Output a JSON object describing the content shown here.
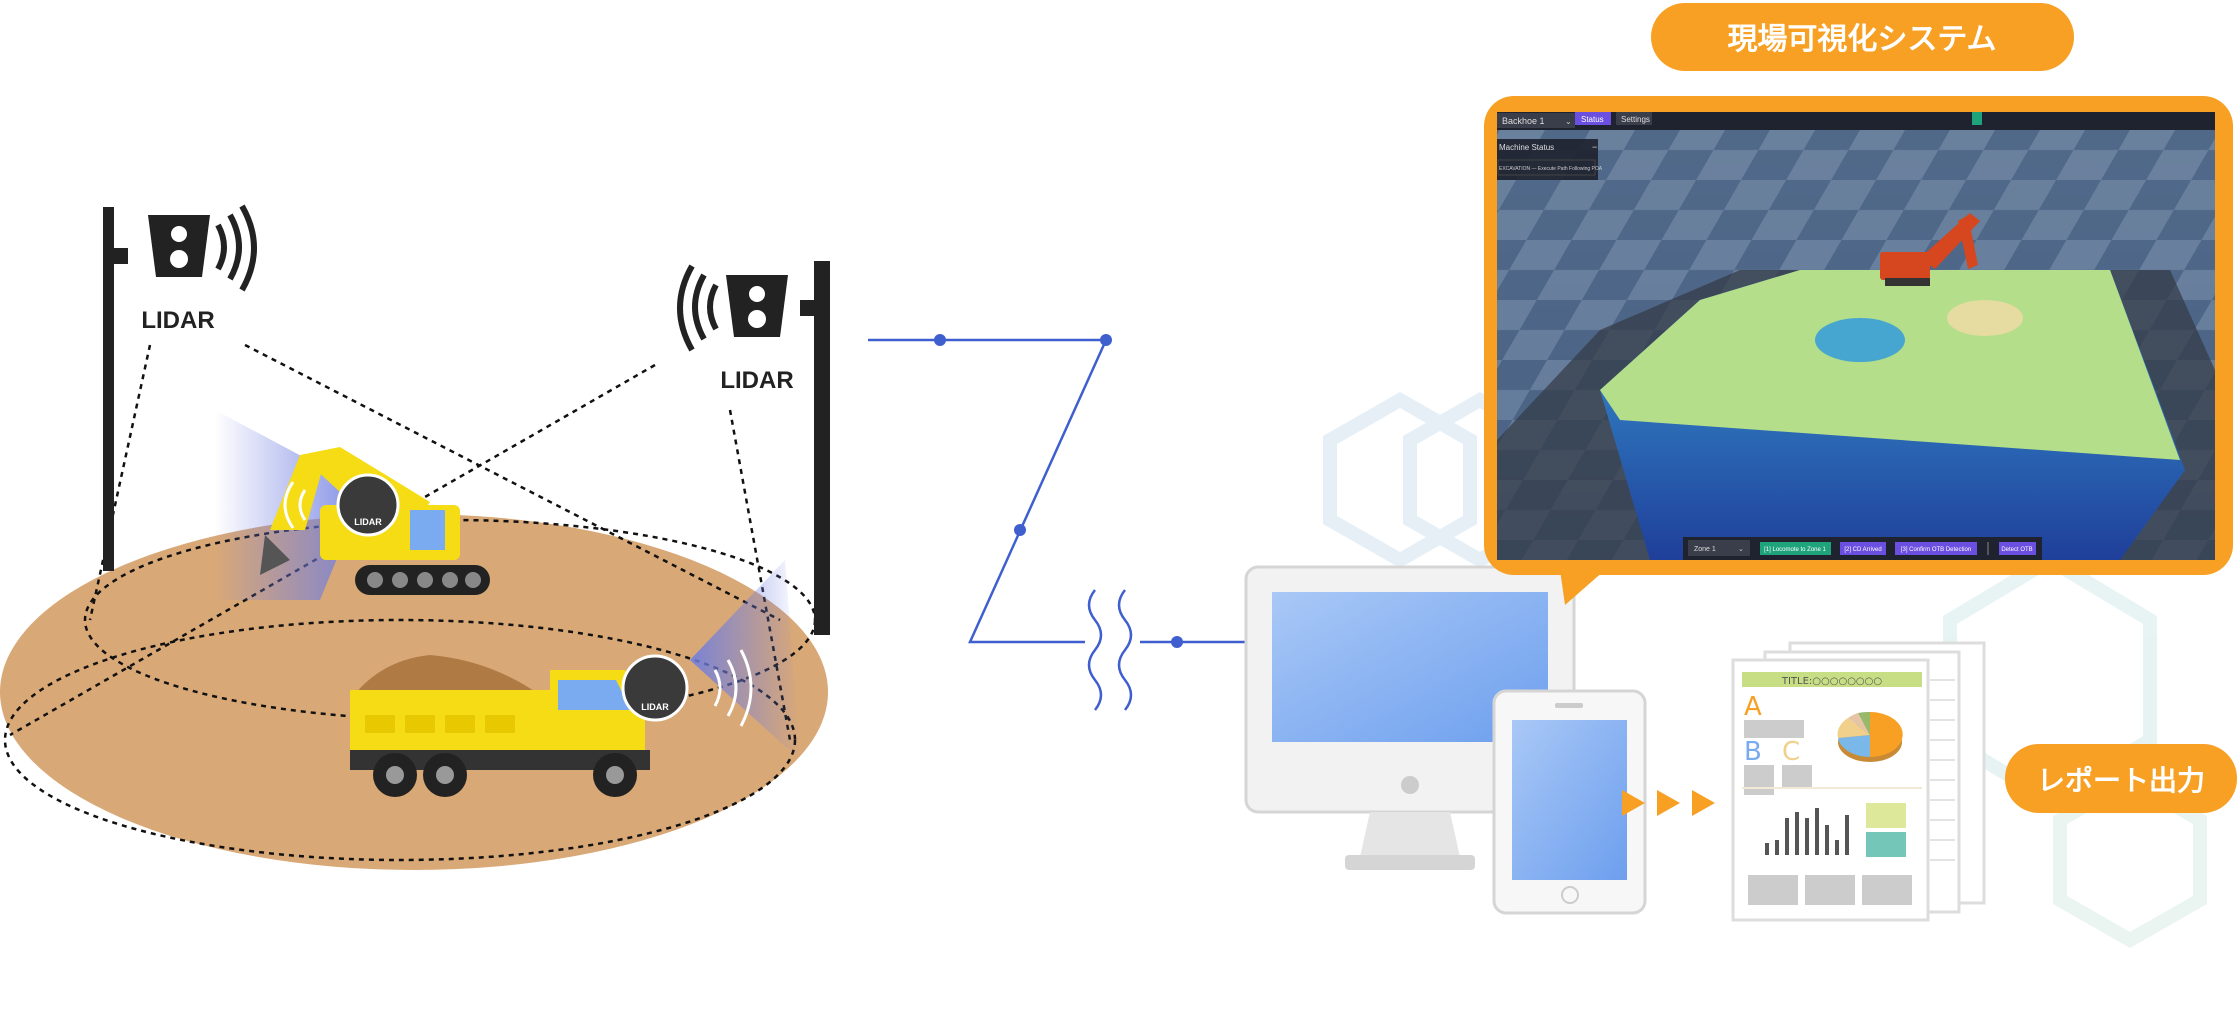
{
  "titles": {
    "system": "現場可視化システム",
    "report_output": "レポート出力"
  },
  "lidar": {
    "left_label": "LIDAR",
    "right_label": "LIDAR",
    "excavator_badge": "LIDAR",
    "truck_badge": "LIDAR"
  },
  "viewer": {
    "machine_select": "Backhoe 1",
    "tabs": [
      {
        "label": "Status",
        "active": true
      },
      {
        "label": "Settings",
        "active": false
      }
    ],
    "panel_title": "Machine Status",
    "panel_status": "EXCAVATION — Execute Path Following POA",
    "zone_select": "Zone 1",
    "actions": [
      "[1] Locomote to Zone 1",
      "[2] CD Arrived",
      "[3] Confirm OTB Detection",
      "Detect OTB"
    ]
  },
  "report": {
    "title": "TITLE:○○○○○○○○",
    "section_a": "A",
    "section_b": "B",
    "section_c": "C"
  },
  "colors": {
    "accent_orange": "#F7A024",
    "ground": "#D9A877",
    "network_line": "#3F5FCF",
    "machine_yellow": "#F5DC14",
    "screen_blue": "#7AAAF0",
    "viewer_button": "#6A4FE0",
    "viewer_green_button": "#1FA37A"
  }
}
